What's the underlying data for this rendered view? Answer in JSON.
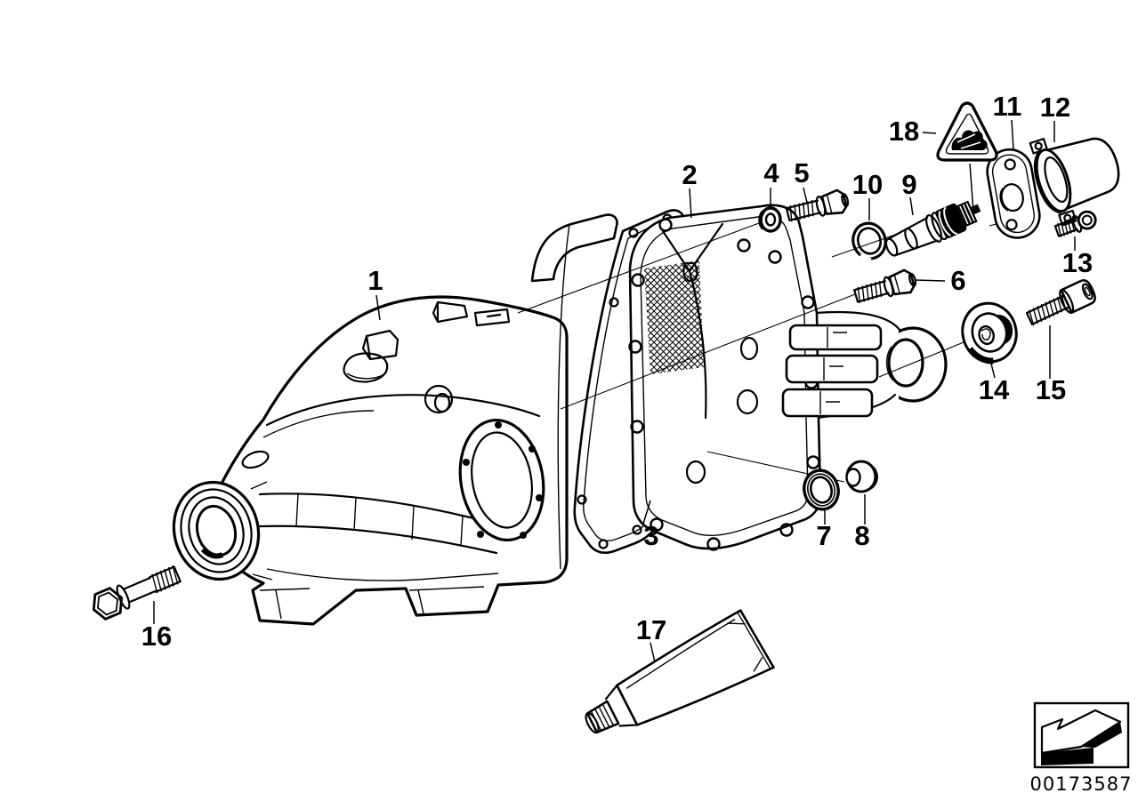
{
  "callouts": [
    {
      "label": "1"
    },
    {
      "label": "2"
    },
    {
      "label": "3"
    },
    {
      "label": "4"
    },
    {
      "label": "5"
    },
    {
      "label": "6"
    },
    {
      "label": "7"
    },
    {
      "label": "8"
    },
    {
      "label": "9"
    },
    {
      "label": "10"
    },
    {
      "label": "11"
    },
    {
      "label": "12"
    },
    {
      "label": "13"
    },
    {
      "label": "14"
    },
    {
      "label": "15"
    },
    {
      "label": "16"
    },
    {
      "label": "17"
    },
    {
      "label": "18"
    }
  ],
  "footer": {
    "part_number": "00173587"
  },
  "icons": {
    "warning_triangle": "hand-crush-warning-icon",
    "corner_arrow": "page-direction-arrow-icon"
  },
  "colors": {
    "line": "#000000",
    "background": "#ffffff"
  }
}
